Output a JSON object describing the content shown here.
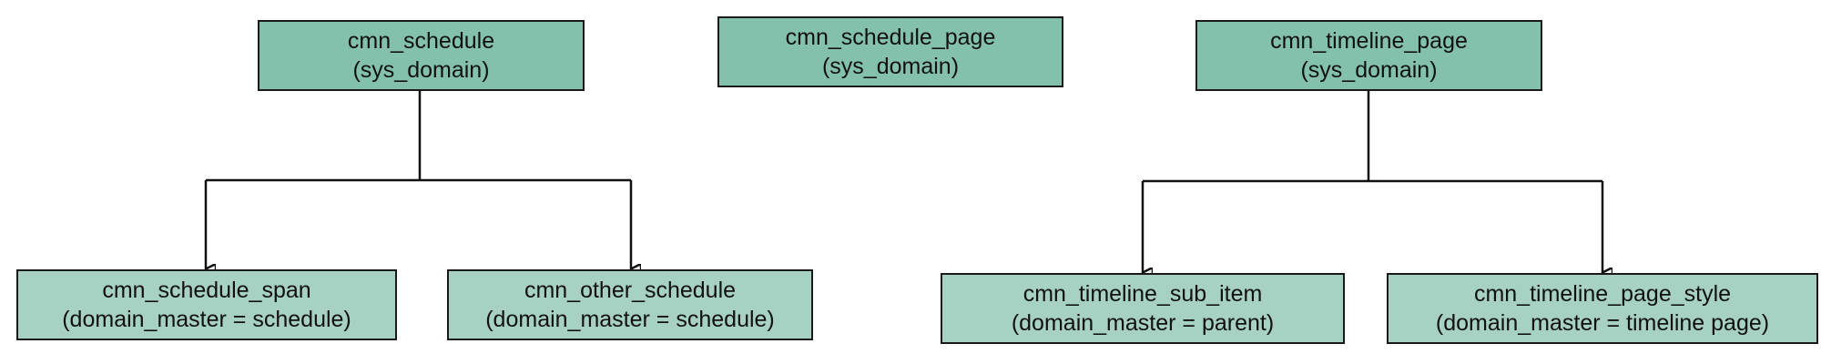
{
  "colors": {
    "parent_fill": "#84c1ad",
    "child_fill": "#a7d1c2",
    "border": "#1a1a1a",
    "connector": "#111111"
  },
  "nodes": {
    "cmn_schedule": {
      "name": "cmn_schedule",
      "domain": "(sys_domain)"
    },
    "cmn_schedule_page": {
      "name": "cmn_schedule_page",
      "domain": "(sys_domain)"
    },
    "cmn_timeline_page": {
      "name": "cmn_timeline_page",
      "domain": "(sys_domain)"
    },
    "cmn_schedule_span": {
      "name": "cmn_schedule_span",
      "domain": "(domain_master = schedule)"
    },
    "cmn_other_schedule": {
      "name": "cmn_other_schedule",
      "domain": "(domain_master = schedule)"
    },
    "cmn_timeline_sub_item": {
      "name": "cmn_timeline_sub_item",
      "domain": "(domain_master = parent)"
    },
    "cmn_timeline_page_style": {
      "name": "cmn_timeline_page_style",
      "domain": "(domain_master = timeline page)"
    }
  },
  "edges": [
    {
      "from": "cmn_schedule",
      "to": "cmn_schedule_span"
    },
    {
      "from": "cmn_schedule",
      "to": "cmn_other_schedule"
    },
    {
      "from": "cmn_timeline_page",
      "to": "cmn_timeline_sub_item"
    },
    {
      "from": "cmn_timeline_page",
      "to": "cmn_timeline_page_style"
    }
  ]
}
